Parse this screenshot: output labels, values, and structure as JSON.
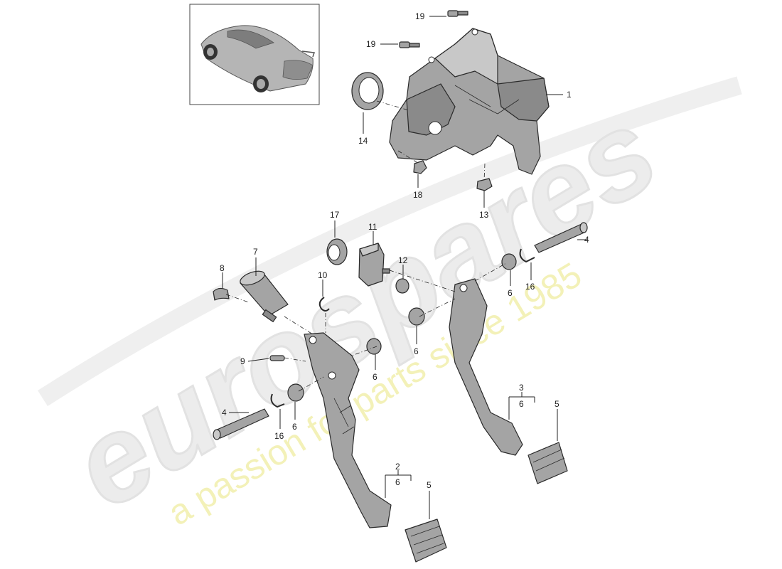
{
  "watermark": {
    "logo": "eurospares",
    "slogan": "a passion for parts since 1985"
  },
  "thumbnail": {
    "icon": "car-thumbnail-icon"
  },
  "callouts": {
    "c1": "1",
    "c2": "2",
    "c2_sub": "6",
    "c3": "3",
    "c3_sub": "6",
    "c4a": "4",
    "c4b": "4",
    "c5a": "5",
    "c5b": "5",
    "c6a": "6",
    "c6b": "6",
    "c6c": "6",
    "c6d": "6",
    "c7": "7",
    "c8": "8",
    "c9": "9",
    "c10": "10",
    "c11": "11",
    "c12": "12",
    "c13": "13",
    "c14": "14",
    "c16a": "16",
    "c16b": "16",
    "c17": "17",
    "c18": "18",
    "c19a": "19",
    "c19b": "19"
  },
  "colors": {
    "part": "#a4a4a4",
    "outline": "#2a2a2a",
    "watermark_slogan": "#f3f1b8"
  }
}
